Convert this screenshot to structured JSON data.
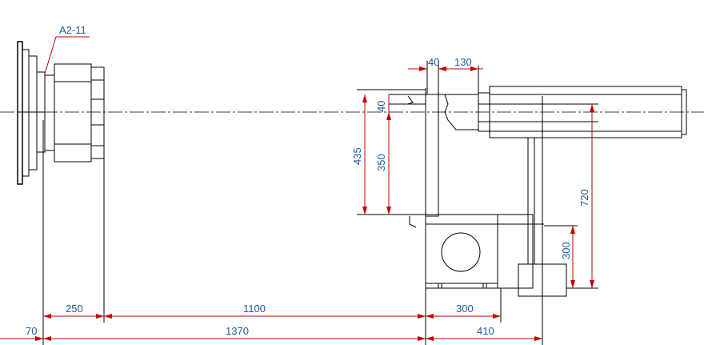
{
  "drawing": {
    "callout": "A2-11",
    "dimensions": {
      "d70": "70",
      "d250": "250",
      "d1100": "1100",
      "d1370": "1370",
      "d300_bottom": "300",
      "d410": "410",
      "d40": "40",
      "d130": "130",
      "d435": "435",
      "d350": "350",
      "d40_vertical": "40",
      "d720": "720",
      "d300_right": "300"
    },
    "colors": {
      "line": "#000000",
      "dimension_line": "#c00000",
      "dimension_text": "#1f5aa0"
    }
  }
}
